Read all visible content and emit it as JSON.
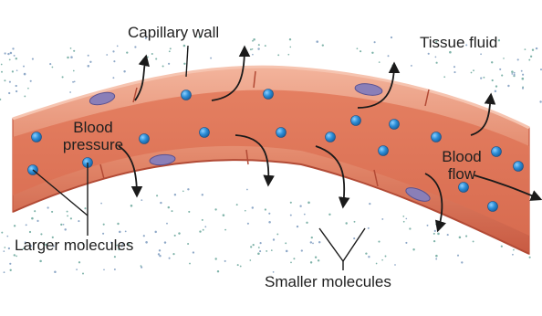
{
  "labels": {
    "capillary_wall": "Capillary wall",
    "tissue_fluid": "Tissue fluid",
    "blood_pressure_1": "Blood",
    "blood_pressure_2": "pressure",
    "blood_flow_1": "Blood",
    "blood_flow_2": "flow",
    "larger_molecules": "Larger molecules",
    "smaller_molecules": "Smaller molecules"
  },
  "colors": {
    "vessel_wall": "#d4664c",
    "vessel_wall_light": "#f0a890",
    "lumen": "#e07a5c",
    "lumen_light": "#ef9a7c",
    "molecule": "#2d8ed6",
    "nucleus": "#8a7fb8",
    "dots": "#7fb3a9",
    "arrow": "#1a1a1a"
  }
}
